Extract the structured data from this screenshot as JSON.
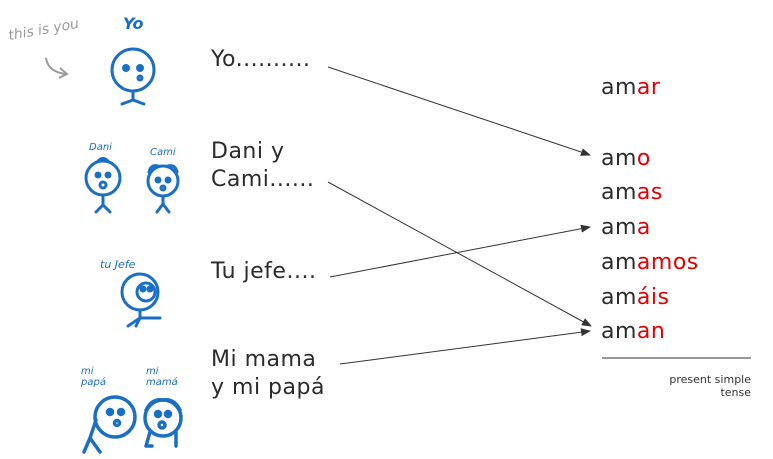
{
  "annotation": {
    "text": "this is you"
  },
  "figures": {
    "yo_label": "Yo",
    "dani_label": "Dani",
    "cami_label": "Cami",
    "jefe_label": "tu Jefe",
    "papa_label": "mi papá",
    "mama_label": "mi mamá"
  },
  "subjects": [
    {
      "text": "Yo.........."
    },
    {
      "text": "Dani y\nCami......"
    },
    {
      "text": "Tu jefe...."
    },
    {
      "text": "Mi mama\ny mi papá"
    }
  ],
  "infinitive": {
    "stem": "am",
    "ending": "ar"
  },
  "conjugations": [
    {
      "stem": "am",
      "ending": "o"
    },
    {
      "stem": "am",
      "ending": "as"
    },
    {
      "stem": "am",
      "ending": "a"
    },
    {
      "stem": "am",
      "ending": "amos"
    },
    {
      "stem": "am",
      "ending": "áis"
    },
    {
      "stem": "am",
      "ending": "an"
    }
  ],
  "caption": {
    "line1": "present simple",
    "line2": "tense"
  },
  "colors": {
    "ending": "#e30000",
    "drawing": "#1a6fc4",
    "text": "#2b2b2b",
    "annotation": "#9a9a9a"
  }
}
